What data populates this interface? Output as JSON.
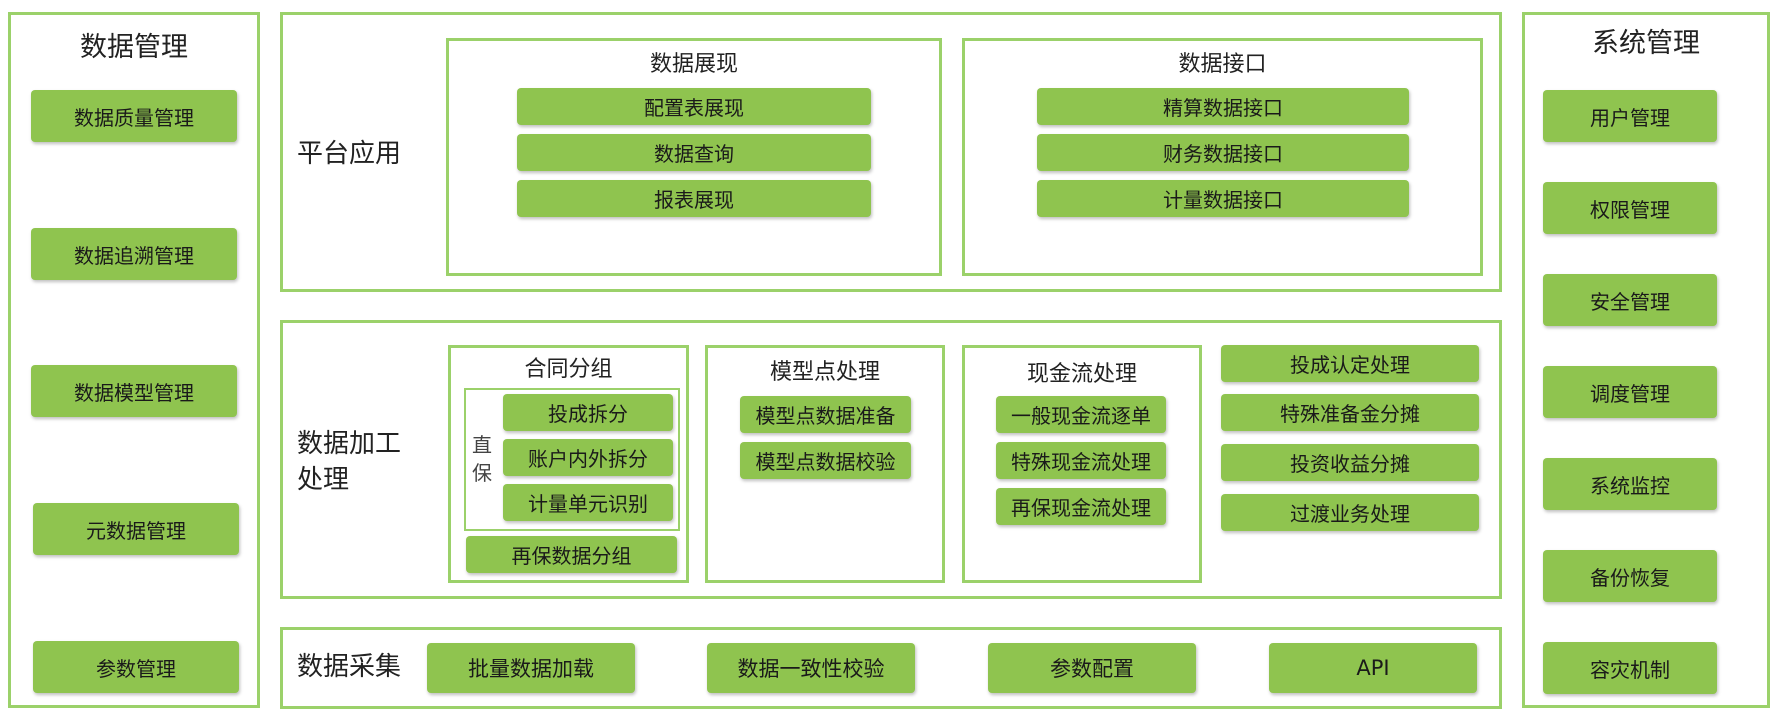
{
  "left_panel": {
    "title": "数据管理",
    "items": [
      "数据质量管理",
      "数据追溯管理",
      "数据模型管理",
      "元数据管理",
      "参数管理"
    ]
  },
  "right_panel": {
    "title": "系统管理",
    "items": [
      "用户管理",
      "权限管理",
      "安全管理",
      "调度管理",
      "系统监控",
      "备份恢复",
      "容灾机制"
    ]
  },
  "platform": {
    "label": "平台应用",
    "display": {
      "title": "数据展现",
      "items": [
        "配置表展现",
        "数据查询",
        "报表展现"
      ]
    },
    "interface": {
      "title": "数据接口",
      "items": [
        "精算数据接口",
        "财务数据接口",
        "计量数据接口"
      ]
    }
  },
  "processing": {
    "label_line1": "数据加工",
    "label_line2": "处理",
    "contract_group": {
      "title": "合同分组",
      "direct_char1": "直",
      "direct_char2": "保",
      "direct_items": [
        "投成拆分",
        "账户内外拆分",
        "计量单元识别"
      ],
      "reinsurance_item": "再保数据分组"
    },
    "model_point": {
      "title": "模型点处理",
      "items": [
        "模型点数据准备",
        "模型点数据校验"
      ]
    },
    "cashflow": {
      "title": "现金流处理",
      "items": [
        "一般现金流逐单",
        "特殊现金流处理",
        "再保现金流处理"
      ]
    },
    "other_items": [
      "投成认定处理",
      "特殊准备金分摊",
      "投资收益分摊",
      "过渡业务处理"
    ]
  },
  "collection": {
    "label": "数据采集",
    "items": [
      "批量数据加载",
      "数据一致性校验",
      "参数配置",
      "API"
    ]
  }
}
